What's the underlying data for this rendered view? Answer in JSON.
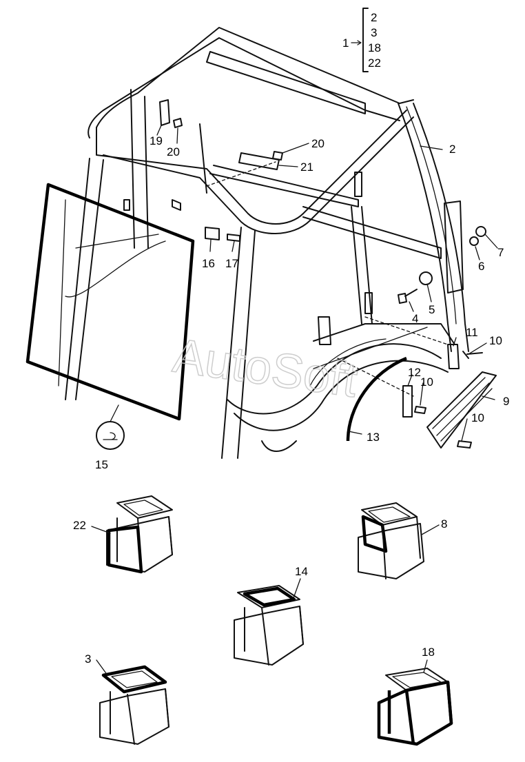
{
  "watermark": "AutoSoft",
  "assembly": {
    "parent_label": "1",
    "children": [
      "2",
      "3",
      "18",
      "22"
    ]
  },
  "callouts": {
    "c2": "2",
    "c4": "4",
    "c5": "5",
    "c6": "6",
    "c7": "7",
    "c9": "9",
    "c10a": "10",
    "c10b": "10",
    "c10c": "10",
    "c11": "11",
    "c12": "12",
    "c13": "13",
    "c15": "15",
    "c16": "16",
    "c17": "17",
    "c19": "19",
    "c20a": "20",
    "c20b": "20",
    "c21": "21"
  },
  "variants": {
    "v22": "22",
    "v8": "8",
    "v14": "14",
    "v3": "3",
    "v18": "18"
  },
  "colors": {
    "line": "#111111",
    "watermark": "#c8c8c8",
    "background": "#ffffff"
  }
}
